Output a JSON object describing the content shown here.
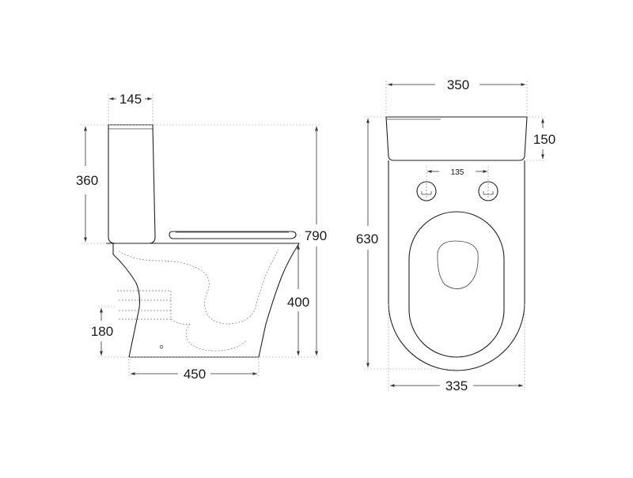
{
  "side_view": {
    "tank_depth": "145",
    "tank_height": "360",
    "total_height": "790",
    "seat_height": "400",
    "outlet_height": "180",
    "length": "450"
  },
  "top_view": {
    "tank_width": "350",
    "tank_depth": "150",
    "button_spacing": "135",
    "length": "630",
    "bowl_width": "335"
  }
}
